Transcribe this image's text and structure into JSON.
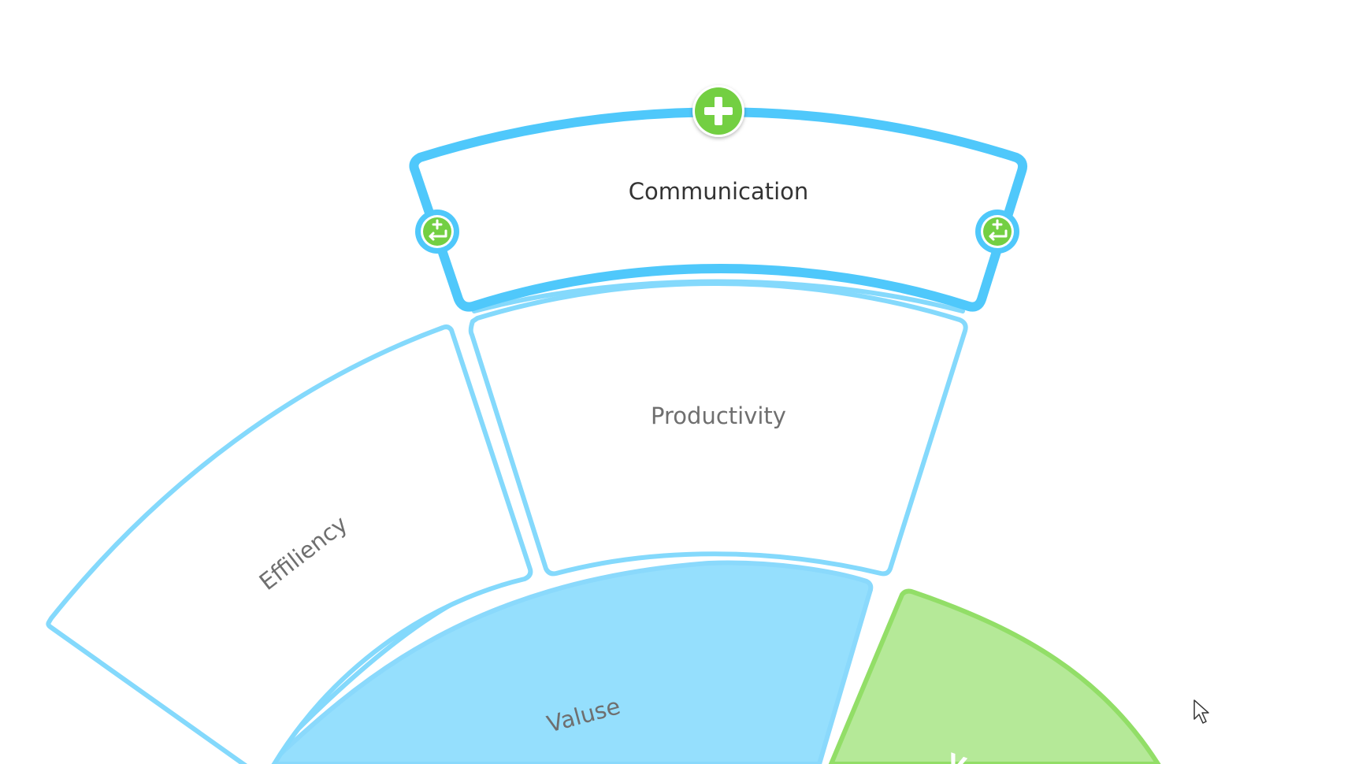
{
  "diagram": {
    "segments": [
      {
        "id": "communication",
        "label": "Communication",
        "selected": true
      },
      {
        "id": "productivity",
        "label": "Productivity"
      },
      {
        "id": "efficiency",
        "label": "Effiliency"
      },
      {
        "id": "value",
        "label": "Valuse"
      },
      {
        "id": "green",
        "label": "V"
      }
    ]
  },
  "colors": {
    "outline_selected": "#4fc8fb",
    "outline_light": "#84d9fc",
    "fill_blue": "#95dffd",
    "fill_green": "#b5e998",
    "outline_green": "#92de67",
    "button_green": "#73cf43",
    "text_dark": "#333333",
    "text_grey": "#6f6f6f"
  },
  "icons": {
    "add": "plus-icon",
    "add_sibling": "add-sibling-icon",
    "cursor": "mouse-pointer-icon"
  }
}
